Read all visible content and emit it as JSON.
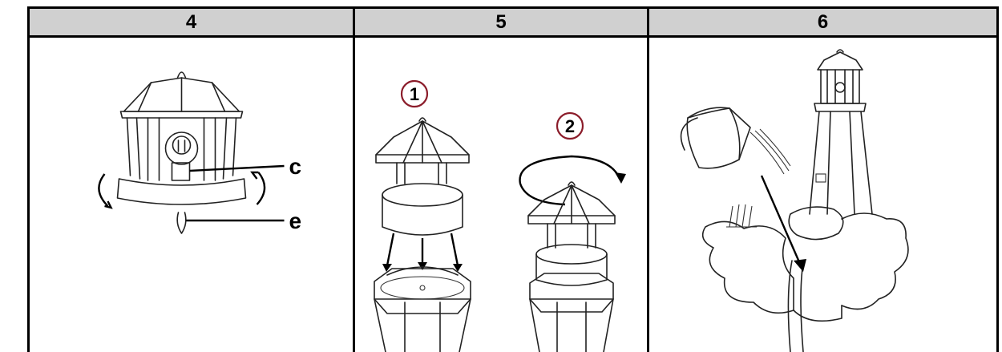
{
  "panels": [
    {
      "number": "4",
      "callouts": {
        "c": "c",
        "e": "e"
      }
    },
    {
      "number": "5",
      "steps": [
        "1",
        "2"
      ]
    },
    {
      "number": "6"
    }
  ],
  "colors": {
    "header_bg": "#d0d0d0",
    "border": "#000000",
    "step_circle": "#8b1c2a"
  },
  "icons": [
    "lamp-head-rotate-icon",
    "roof-attach-icon",
    "roof-rotate-icon",
    "water-fill-icon"
  ]
}
